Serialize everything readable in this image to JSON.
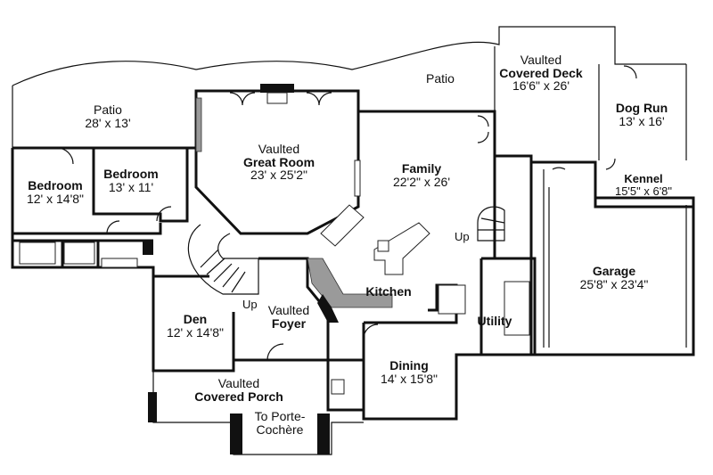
{
  "rooms": {
    "patio_left": {
      "name": "Patio",
      "dims": "28' x 13'"
    },
    "patio_center": {
      "name": "Patio"
    },
    "covered_deck": {
      "prefix": "Vaulted",
      "name": "Covered Deck",
      "dims": "16'6\" x 26'"
    },
    "dog_run": {
      "name": "Dog Run",
      "dims": "13' x 16'"
    },
    "great_room": {
      "prefix": "Vaulted",
      "name": "Great Room",
      "dims": "23' x 25'2\""
    },
    "family": {
      "name": "Family",
      "dims": "22'2\" x 26'"
    },
    "kennel": {
      "name": "Kennel",
      "dims": "15'5\" x 6'8\""
    },
    "bedroom_left": {
      "name": "Bedroom",
      "dims": "12' x 14'8\""
    },
    "bedroom_right": {
      "name": "Bedroom",
      "dims": "13' x 11'"
    },
    "garage": {
      "name": "Garage",
      "dims": "25'8\" x 23'4\""
    },
    "kitchen": {
      "name": "Kitchen"
    },
    "foyer": {
      "prefix": "Vaulted",
      "name": "Foyer"
    },
    "den": {
      "name": "Den",
      "dims": "12' x 14'8\""
    },
    "utility": {
      "name": "Utility"
    },
    "dining": {
      "name": "Dining",
      "dims": "14' x 15'8\""
    },
    "covered_porch": {
      "prefix": "Vaulted",
      "name": "Covered Porch"
    },
    "porte_cochere": {
      "line1": "To Porte-",
      "line2": "Cochère"
    }
  },
  "stair_labels": {
    "main": "Up",
    "family": "Up"
  }
}
